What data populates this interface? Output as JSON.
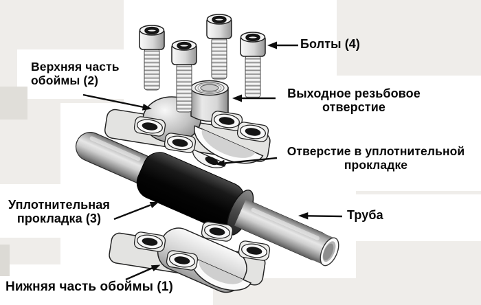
{
  "figure": {
    "labels": {
      "bolts": "Болты (4)",
      "upper_clamp_l1": "Верхняя часть",
      "upper_clamp_l2": "обоймы (2)",
      "outlet_l1": "Выходное резьбовое",
      "outlet_l2": "отверстие",
      "gasket_hole_l1": "Отверстие в уплотнительной",
      "gasket_hole_l2": "прокладке",
      "gasket_l1": "Уплотнительная",
      "gasket_l2": "прокладка (3)",
      "pipe": "Труба",
      "lower_clamp": "Нижняя часть обоймы (1)"
    },
    "colors": {
      "ink": "#0d0d0d",
      "background": "#efedea",
      "paper": "#ffffff",
      "gasket_black": "#0a0a0a",
      "metal_light": "#d6d6d6"
    }
  }
}
